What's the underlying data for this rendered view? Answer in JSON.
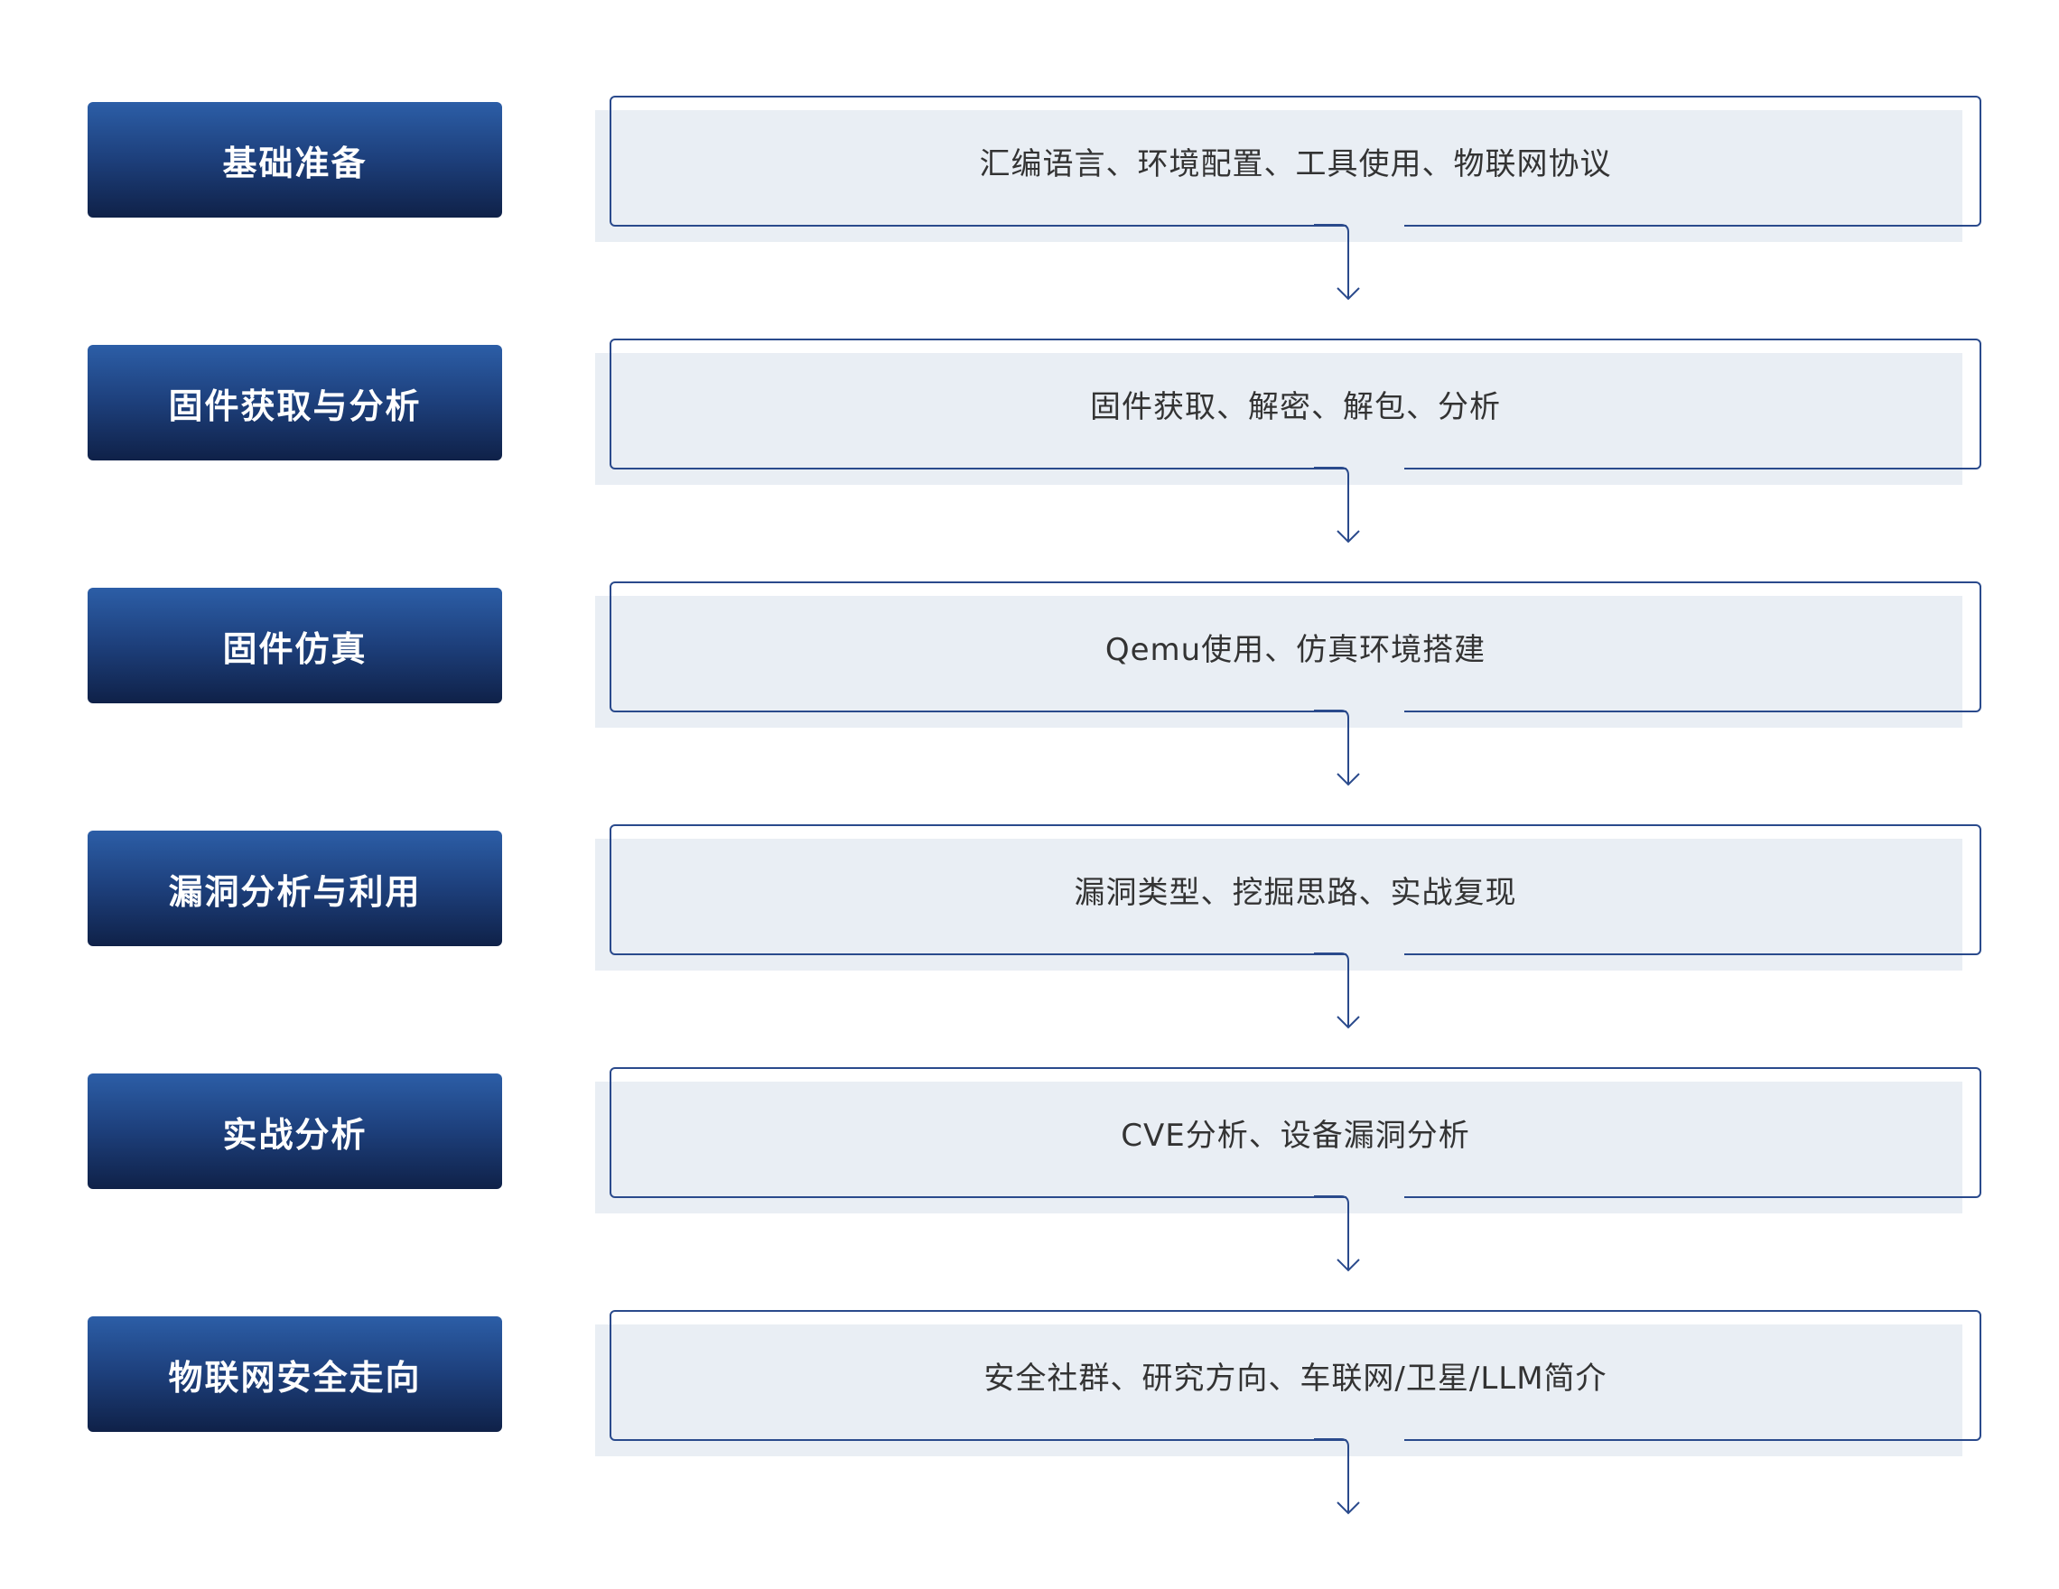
{
  "steps": [
    {
      "title": "基础准备",
      "desc": "汇编语言、环境配置、工具使用、物联网协议"
    },
    {
      "title": "固件获取与分析",
      "desc": "固件获取、解密、解包、分析"
    },
    {
      "title": "固件仿真",
      "desc": "Qemu使用、仿真环境搭建"
    },
    {
      "title": "漏洞分析与利用",
      "desc": "漏洞类型、挖掘思路、实战复现"
    },
    {
      "title": "实战分析",
      "desc": "CVE分析、设备漏洞分析"
    },
    {
      "title": "物联网安全走向",
      "desc": "安全社群、研究方向、车联网/卫星/LLM简介"
    }
  ],
  "colors": {
    "stage_top": "#2c5ea7",
    "stage_bottom": "#0f2148",
    "card_border": "#2a4a8c",
    "card_fill": "#e9eef4",
    "text": "#333333"
  }
}
